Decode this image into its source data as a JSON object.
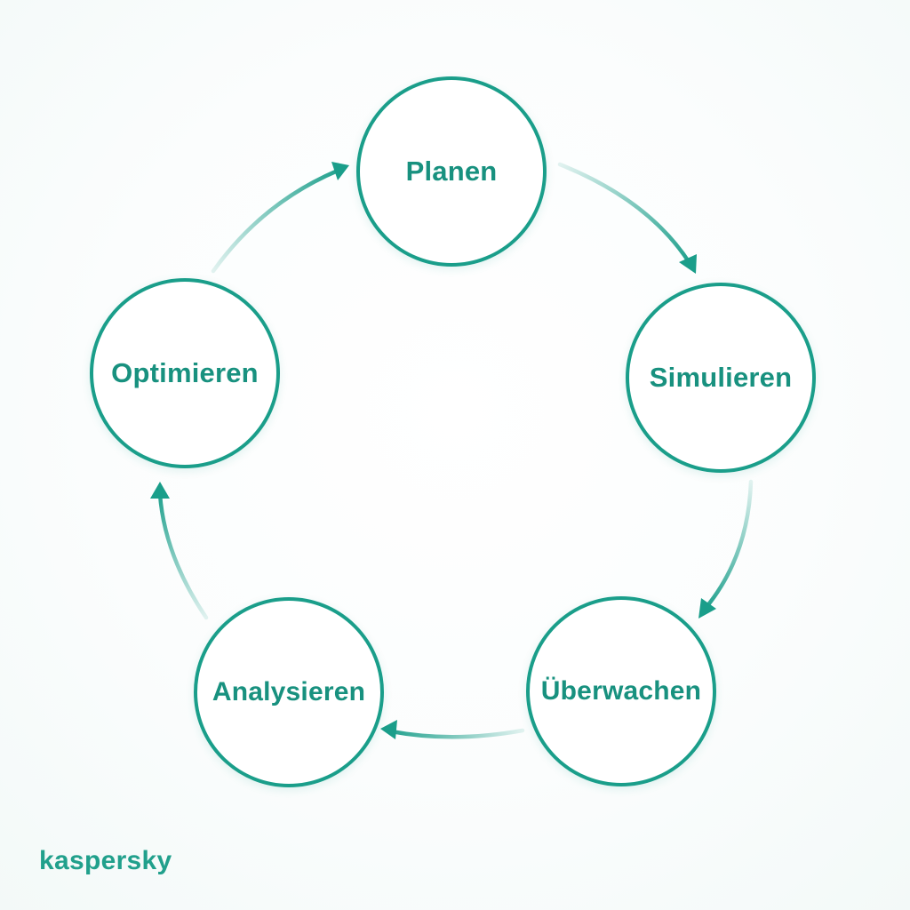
{
  "diagram": {
    "type": "cycle",
    "accent_color": "#1a9e8a",
    "steps": [
      {
        "label": "Planen"
      },
      {
        "label": "Simulieren"
      },
      {
        "label": "Überwachen"
      },
      {
        "label": "Analysieren"
      },
      {
        "label": "Optimieren"
      }
    ],
    "flow": [
      {
        "from": "Planen",
        "to": "Simulieren"
      },
      {
        "from": "Simulieren",
        "to": "Überwachen"
      },
      {
        "from": "Überwachen",
        "to": "Analysieren"
      },
      {
        "from": "Analysieren",
        "to": "Optimieren"
      },
      {
        "from": "Optimieren",
        "to": "Planen"
      }
    ]
  },
  "branding": {
    "logo_text": "kaspersky"
  }
}
